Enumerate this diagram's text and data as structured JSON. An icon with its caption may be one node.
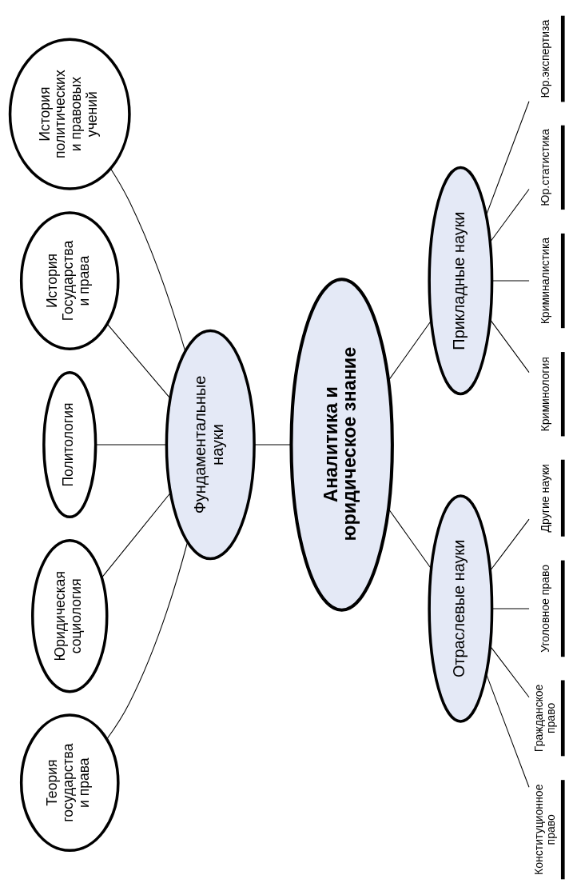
{
  "diagram": {
    "nodes": [
      {
        "text": [
          "Теория государства и права"
        ]
      },
      {
        "text": [
          "Юридическая социология"
        ]
      },
      {
        "text": [
          "Политология"
        ]
      },
      {
        "text": [
          "История Государства и права"
        ]
      },
      {
        "text": [
          "История политических и правовых учений"
        ]
      },
      {
        "text": [
          "Фундаментальные науки"
        ]
      },
      {
        "text": [
          "Аналитика и юридическое знание"
        ]
      },
      {
        "text": [
          "Отраслевые науки"
        ]
      },
      {
        "text": [
          "Прикладные науки"
        ]
      },
      {
        "text": [
          "Конституционное право"
        ]
      },
      {
        "text": [
          "Гражданское право"
        ]
      },
      {
        "text": [
          "Уголовное право"
        ]
      },
      {
        "text": [
          "Другие науки"
        ]
      },
      {
        "text": [
          "Криминология"
        ]
      },
      {
        "text": [
          "Криминалистика"
        ]
      },
      {
        "text": [
          "Юр.статистика"
        ]
      },
      {
        "text": [
          "Юр.экспертиза"
        ]
      }
    ],
    "edges": [
      {
        "from": 0,
        "to": 5,
        "arrow": "none"
      },
      {
        "from": 1,
        "to": 5,
        "arrow": "none"
      },
      {
        "from": 2,
        "to": 5,
        "arrow": "none"
      },
      {
        "from": 3,
        "to": 5,
        "arrow": "none"
      },
      {
        "from": 4,
        "to": 5,
        "arrow": "none"
      },
      {
        "from": 5,
        "to": 6,
        "arrow": "none"
      },
      {
        "from": 6,
        "to": 7,
        "arrow": "none"
      },
      {
        "from": 6,
        "to": 8,
        "arrow": "none"
      },
      {
        "from": 7,
        "to": 9,
        "arrow": "none"
      },
      {
        "from": 7,
        "to": 10,
        "arrow": "none"
      },
      {
        "from": 7,
        "to": 11,
        "arrow": "none"
      },
      {
        "from": 7,
        "to": 12,
        "arrow": "none"
      },
      {
        "from": 8,
        "to": 13,
        "arrow": "none"
      },
      {
        "from": 8,
        "to": 14,
        "arrow": "none"
      },
      {
        "from": 8,
        "to": 15,
        "arrow": "none"
      },
      {
        "from": 8,
        "to": 16,
        "arrow": "none"
      }
    ]
  }
}
